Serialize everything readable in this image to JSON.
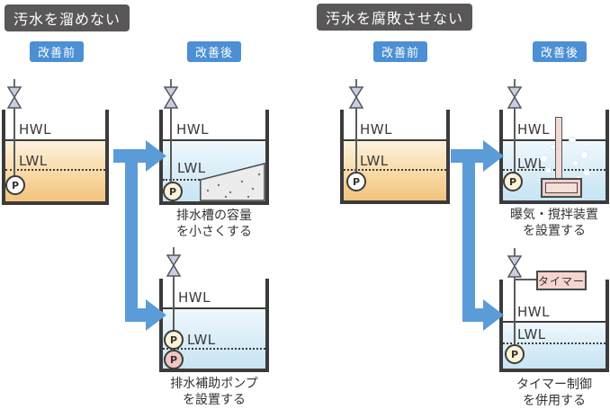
{
  "sections": [
    {
      "title": "汚水を溜めない",
      "before_label": "改善前",
      "after_label": "改善後"
    },
    {
      "title": "汚水を腐敗させない",
      "before_label": "改善前",
      "after_label": "改善後"
    }
  ],
  "labels": {
    "hwl": "HWL",
    "lwl": "LWL",
    "pump": "P",
    "timer": "タイマー"
  },
  "captions": {
    "smaller_tank": {
      "line1": "排水槽の容量",
      "line2": "を小さくする"
    },
    "aux_pump": {
      "line1": "排水補助ポンプ",
      "line2": "を設置する"
    },
    "aeration": {
      "line1": "曝気・撹拌装置",
      "line2": "を設置する"
    },
    "timer_control": {
      "line1": "タイマー制御",
      "line2": "を併用する"
    }
  },
  "colors": {
    "section_badge_bg": "#595757",
    "phase_badge_bg": "#4C8FD4",
    "arrow_blue": "#5B9CD8",
    "tank_wall": "#3B3B3B",
    "water_before_top": "#FDF2DE",
    "water_before_bottom": "#F2C47E",
    "water_after_top": "#EFF8FD",
    "water_after_bottom": "#C8E4F3",
    "pump_white": "#FFFFFF",
    "pump_cream": "#FCF3D8",
    "pump_pink": "#F3C6C2",
    "timer_bg": "#F5D5D0",
    "valve_fill": "#C9CFE2",
    "concrete_fill": "#ECECEC"
  }
}
